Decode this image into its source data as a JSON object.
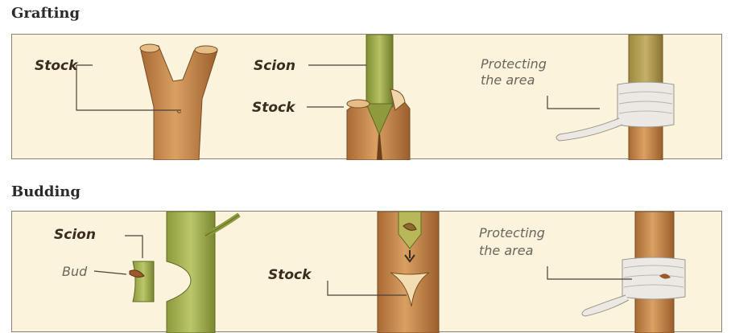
{
  "grafting": {
    "title": "Grafting",
    "labels": {
      "stock_left": "Stock",
      "scion": "Scion",
      "stock_mid": "Stock",
      "protecting_line1": "Protecting",
      "protecting_line2": "the area"
    }
  },
  "budding": {
    "title": "Budding",
    "labels": {
      "scion": "Scion",
      "bud": "Bud",
      "stock": "Stock",
      "protecting_line1": "Protecting",
      "protecting_line2": "the area"
    }
  },
  "colors": {
    "panel_bg": "#fbf3dc",
    "bark": "#c98f4f",
    "bark_dark": "#8e5a2b",
    "scion_green": "#a9b24e",
    "tape": "#ece9e4"
  }
}
